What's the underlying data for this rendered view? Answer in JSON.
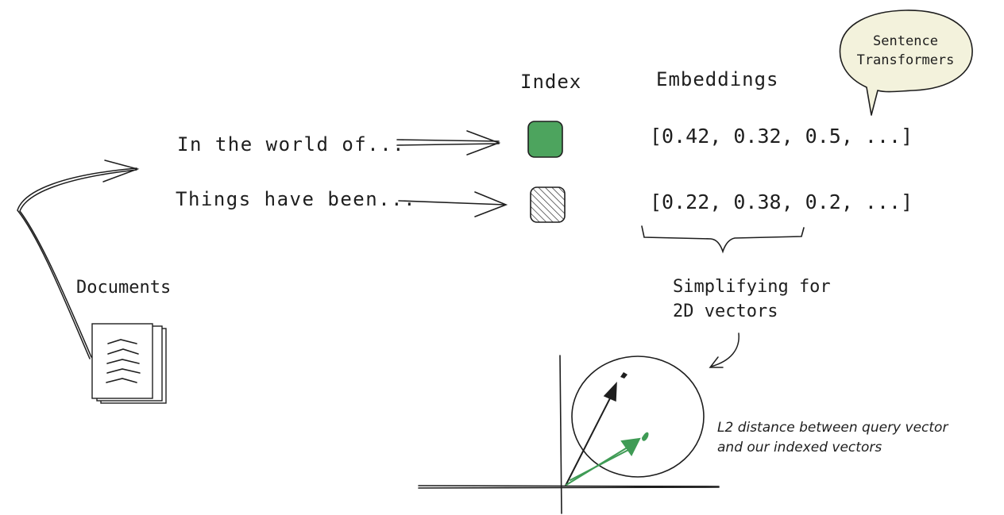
{
  "headers": {
    "index": "Index",
    "embeddings": "Embeddings"
  },
  "bubble": {
    "line1": "Sentence",
    "line2": "Transformers",
    "fill": "#f3f2dc"
  },
  "sentences": [
    {
      "text": "In the world of..."
    },
    {
      "text": "Things have been..."
    }
  ],
  "vectors": [
    {
      "text": "[0.42, 0.32, 0.5, ...]"
    },
    {
      "text": "[0.22, 0.38, 0.2, ...]"
    }
  ],
  "index_boxes": [
    {
      "style": "solid",
      "fill": "#4da45e"
    },
    {
      "style": "hatched",
      "fill": "#e9e9e9"
    }
  ],
  "documents_label": "Documents",
  "simplifying": {
    "line1": "Simplifying for",
    "line2": "2D vectors"
  },
  "l2_note": {
    "line1": "L2 distance between query vector",
    "line2": "and our indexed vectors"
  },
  "colors": {
    "ink": "#1e1e1e",
    "green": "#4da45e",
    "query_vector": "#1e1e1e",
    "indexed_vector": "#3f9b55"
  },
  "icons": [
    "document-stack-icon",
    "speech-bubble-icon",
    "arrow-icon",
    "curly-brace-icon",
    "coordinate-axes-icon"
  ]
}
